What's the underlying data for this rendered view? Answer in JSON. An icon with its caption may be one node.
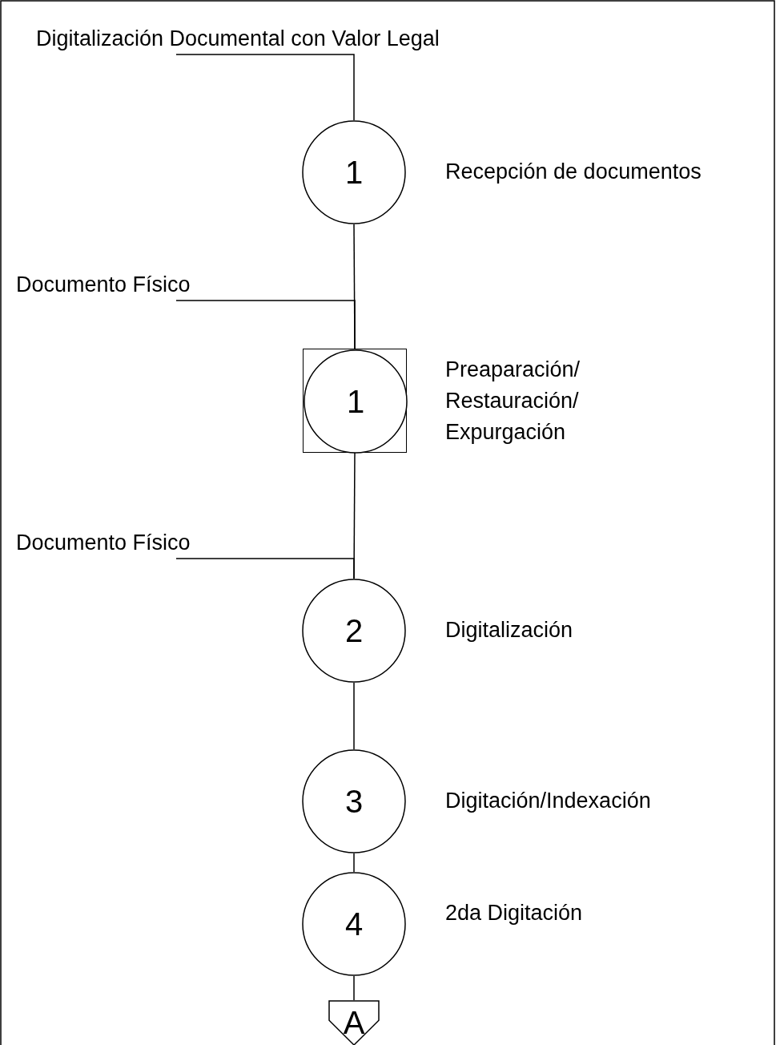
{
  "diagram": {
    "nodes": [
      {
        "text": [
          "Digitalización Documental con Valor Legal"
        ]
      },
      {
        "text": [
          "1"
        ],
        "beside": [
          "Recepción de documentos"
        ]
      },
      {
        "text": [
          "Documento Físico"
        ]
      },
      {
        "text": [],
        "shape": "box"
      },
      {
        "text": [
          "1"
        ],
        "in": 3,
        "beside": [
          "Preaparación/ Restauración/ Expurgación"
        ]
      },
      {
        "text": [
          "Documento Físico"
        ]
      },
      {
        "text": [
          "2"
        ],
        "beside": [
          "Digitalización"
        ]
      },
      {
        "text": [
          "3"
        ],
        "beside": [
          "Digitación/Indexación"
        ]
      },
      {
        "text": [
          "4"
        ],
        "beside": [
          "2da Digitación"
        ]
      },
      {
        "text": [
          "A"
        ]
      }
    ],
    "edges": [
      {
        "from": 0,
        "to": 1,
        "arrow": "none"
      },
      {
        "from": 1,
        "to": 3,
        "arrow": "none"
      },
      {
        "from": 2,
        "to": 3,
        "arrow": "none"
      },
      {
        "from": 3,
        "to": 6,
        "arrow": "none"
      },
      {
        "from": 5,
        "to": 6,
        "arrow": "none"
      },
      {
        "from": 6,
        "to": 7,
        "arrow": "none"
      },
      {
        "from": 7,
        "to": 8,
        "arrow": "none"
      },
      {
        "from": 8,
        "to": 9,
        "arrow": "none"
      }
    ]
  }
}
